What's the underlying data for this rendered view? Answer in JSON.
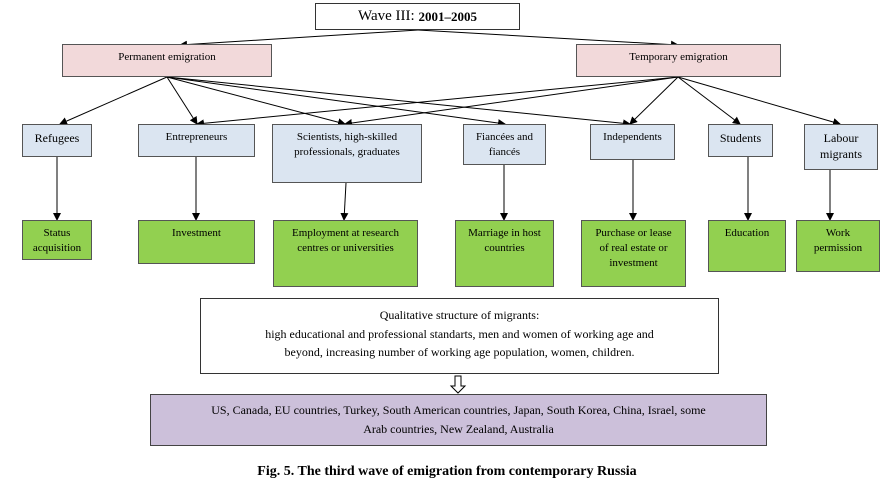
{
  "title": {
    "prefix": "Wave III:",
    "years": "2001–2005"
  },
  "categories": {
    "permanent": "Permanent emigration",
    "temporary": "Temporary emigration"
  },
  "groups": [
    {
      "id": "refugees",
      "label": "Refugees"
    },
    {
      "id": "entrepreneurs",
      "label": "Entrepreneurs"
    },
    {
      "id": "scientists",
      "label": "Scientists, high-skilled professionals, graduates"
    },
    {
      "id": "fiancees",
      "label": "Fiancées and fiancés"
    },
    {
      "id": "independents",
      "label": "Independents"
    },
    {
      "id": "students",
      "label": "Students"
    },
    {
      "id": "labour",
      "label": "Labour migrants"
    }
  ],
  "reasons": [
    "Status acquisition",
    "Investment",
    "Employment at research centres or universities",
    "Marriage in host countries",
    "Purchase or lease of real estate or investment",
    "Education",
    "Work permission"
  ],
  "structure": {
    "heading": "Qualitative structure of migrants:",
    "line1": "high educational and professional standarts, men and women of working age and",
    "line2": "beyond, increasing number of working age population, women, children."
  },
  "destinations": {
    "line1": "US, Canada, EU countries, Turkey, South American countries, Japan, South Korea, China, Israel, some",
    "line2": "Arab countries, New Zealand, Australia"
  },
  "caption": "Fig. 5. The third wave of emigration from contemporary Russia"
}
